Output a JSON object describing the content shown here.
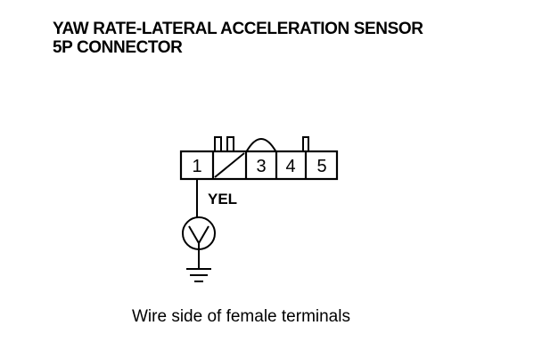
{
  "diagram": {
    "title_line1": "YAW RATE-LATERAL ACCELERATION SENSOR",
    "title_line2": "5P CONNECTOR",
    "connector": {
      "terminals": [
        "1",
        "",
        "3",
        "4",
        "5"
      ],
      "blank_terminal_icon": "diagonal-slash-icon"
    },
    "wire": {
      "terminal": "1",
      "color_label": "YEL"
    },
    "meter_icon": "voltmeter-icon",
    "ground_icon": "ground-icon",
    "caption": "Wire side of female terminals"
  }
}
